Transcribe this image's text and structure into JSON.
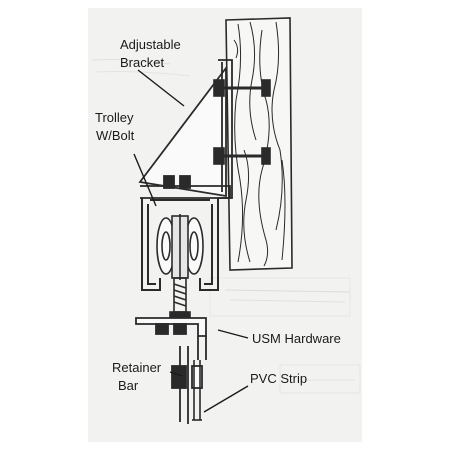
{
  "labels": {
    "adjustable_bracket": [
      "Adjustable",
      "Bracket"
    ],
    "trolley_bolt": [
      "Trolley",
      "W/Bolt"
    ],
    "usm_hardware": "USM Hardware",
    "retainer_bar": [
      "Retainer",
      "Bar"
    ],
    "pvc_strip": "PVC Strip"
  },
  "colors": {
    "paper": "#f2f2f0",
    "ink": "#2a2a2a",
    "wood": "#f7f7f5",
    "pen": "#1a1a1a"
  }
}
